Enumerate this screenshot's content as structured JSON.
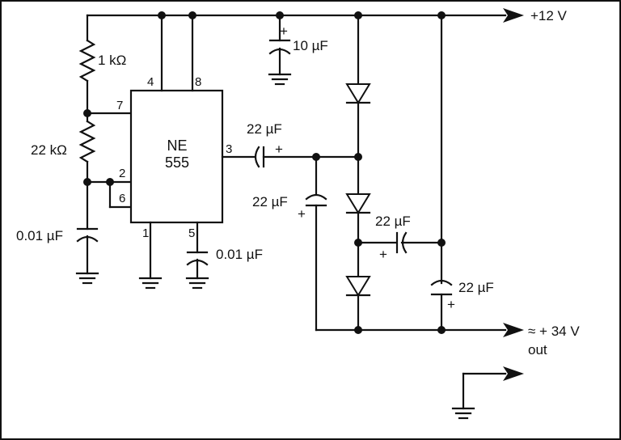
{
  "ic": {
    "name": "NE",
    "part": "555"
  },
  "pins": {
    "p1": "1",
    "p2": "2",
    "p3": "3",
    "p4": "4",
    "p5": "5",
    "p6": "6",
    "p7": "7",
    "p8": "8"
  },
  "labels": {
    "r_top": "1 kΩ",
    "r_timing": "22 kΩ",
    "c_timing": "0.01 µF",
    "c_ctrl": "0.01 µF",
    "c_supply": "10 µF",
    "c_coupling": "22 µF",
    "c_pump1": "22 µF",
    "c_pump2": "22 µF",
    "c_out": "22 µF",
    "supply": "+12 V",
    "output": "≈ + 34 V",
    "output_sub": "out",
    "plus": "+"
  },
  "icons": [
    "resistor",
    "capacitor",
    "electrolytic-capacitor",
    "diode",
    "ground",
    "arrow",
    "junction-dot"
  ]
}
